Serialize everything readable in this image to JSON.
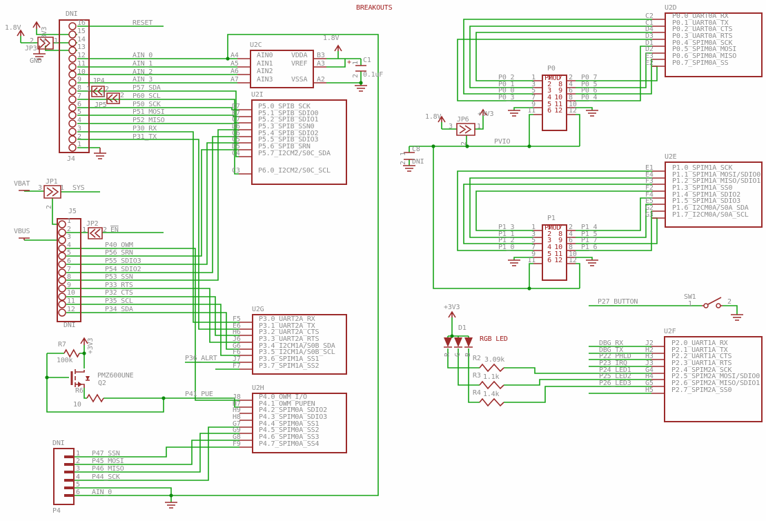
{
  "title": "BREAKOUTS",
  "colors": {
    "wire": "#17A317",
    "symbol": "#9C2B2B",
    "gray_text": "#8E8E8E",
    "red_text": "#A22222"
  },
  "jp3": {
    "ref": "JP3",
    "p2": "2",
    "p1": "1",
    "rail_left": "1.8V",
    "rail_top": "+3V3",
    "gnd": "GND"
  },
  "j4": {
    "ref": "J4",
    "dni": "DNI",
    "rows": [
      {
        "n": "16",
        "net": "RESET"
      },
      {
        "n": "15",
        "net": ""
      },
      {
        "n": "14",
        "net": ""
      },
      {
        "n": "13",
        "net": ""
      },
      {
        "n": "12",
        "net": "AIN_0"
      },
      {
        "n": "11",
        "net": "AIN_1"
      },
      {
        "n": "10",
        "net": "AIN_2"
      },
      {
        "n": "9",
        "net": "AIN_3"
      },
      {
        "n": "8",
        "net": "P57_SDA"
      },
      {
        "n": "7",
        "net": "P60_SCL"
      },
      {
        "n": "6",
        "net": "P50_SCK"
      },
      {
        "n": "5",
        "net": "P51_MOSI"
      },
      {
        "n": "4",
        "net": "P52_MISO"
      },
      {
        "n": "3",
        "net": "P30_RX"
      },
      {
        "n": "2",
        "net": "P31_TX"
      },
      {
        "n": "1",
        "net": ""
      }
    ]
  },
  "jp4": {
    "ref": "JP4",
    "p1": "1",
    "p2": "2"
  },
  "jp5": {
    "ref": "JP5",
    "p1": "1",
    "p2": "2"
  },
  "u2c": {
    "ref": "U2C",
    "rail": "1.8V",
    "pads_left": [
      "A4",
      "A5",
      "A6",
      "A7"
    ],
    "names_left": [
      "AIN0",
      "AIN1",
      "AIN2",
      "AIN3"
    ],
    "pads_right": [
      "B3",
      "A3",
      "A2"
    ],
    "names_right": [
      "VDDA",
      "VREF",
      "VSSA"
    ]
  },
  "c1": {
    "ref": "C1",
    "value": "0.1uF",
    "plus": "+",
    "p1": "1",
    "p2": "2"
  },
  "u2i": {
    "ref": "U2I",
    "rows": [
      {
        "pad": "D7",
        "name": "P5.0_SPIB_SCK"
      },
      {
        "pad": "E7",
        "name": "P5.1_SPIB_SDIO0"
      },
      {
        "pad": "C7",
        "name": "P5.2_SPIB_SDIO1"
      },
      {
        "pad": "D6",
        "name": "P5.3_SPIB_SSN0"
      },
      {
        "pad": "C6",
        "name": "P5.4_SPIB_SDIO2"
      },
      {
        "pad": "C5",
        "name": "P5.5_SPIB_SDIO3"
      },
      {
        "pad": "D5",
        "name": "P5.6_SPIB_SRN"
      },
      {
        "pad": "C4",
        "name": "P5.7_I2CM2/S0C_SDA"
      }
    ],
    "last": {
      "pad": "C3",
      "name": "P6.0_I2CM2/S0C_SCL"
    }
  },
  "jp1": {
    "ref": "JP1",
    "p3": "3",
    "p1": "1",
    "p2": "2",
    "left": "VBAT",
    "right": "SYS"
  },
  "vbus": "VBUS",
  "jp2": {
    "ref": "JP2",
    "p1": "1",
    "p2": "2",
    "net": "EN"
  },
  "j5": {
    "ref": "J5",
    "dni": "DNI",
    "rows": [
      {
        "n": "1",
        "net": ""
      },
      {
        "n": "2",
        "net": ""
      },
      {
        "n": "3",
        "net": ""
      },
      {
        "n": "4",
        "net": "P40_OWM"
      },
      {
        "n": "5",
        "net": "P56_SRN"
      },
      {
        "n": "6",
        "net": "P55_SDIO3"
      },
      {
        "n": "7",
        "net": "P54_SDIO2"
      },
      {
        "n": "8",
        "net": "P53_SSN"
      },
      {
        "n": "9",
        "net": "P33_RTS"
      },
      {
        "n": "10",
        "net": "P32_CTS"
      },
      {
        "n": "11",
        "net": "P35_SCL"
      },
      {
        "n": "12",
        "net": "P34_SDA"
      }
    ]
  },
  "q2ckt": {
    "rail": "+3V3",
    "r7": {
      "ref": "R7",
      "value": "100k"
    },
    "q2": {
      "part": "PMZ600UNE",
      "ref": "Q2"
    },
    "r6": {
      "ref": "R6",
      "value": "10"
    }
  },
  "u2g": {
    "ref": "U2G",
    "alrt": "P36_ALRT",
    "rows": [
      {
        "pad": "F5",
        "name": "P3.0_UART2A_RX"
      },
      {
        "pad": "E6",
        "name": "P3.1_UART2A_TX"
      },
      {
        "pad": "H6",
        "name": "P3.2_UART2A_CTS"
      },
      {
        "pad": "J6",
        "name": "P3.3_UART2A_RTS"
      },
      {
        "pad": "G6",
        "name": "P3.4_I2CM1A/S0B_SDA"
      },
      {
        "pad": "F6",
        "name": "P3.5_I2CM1A/S0B_SCL"
      },
      {
        "pad": "J7",
        "name": "P3.6_SPIM1A_SS1"
      },
      {
        "pad": "F7",
        "name": "P3.7_SPIM1A_SS2"
      }
    ]
  },
  "u2h": {
    "ref": "U2H",
    "pue": "P41_PUE",
    "rows": [
      {
        "pad": "J8",
        "name": "P4.0_OWM_I/O"
      },
      {
        "pad": "H7",
        "name": "P4.1_OWM_PUPEN"
      },
      {
        "pad": "H9",
        "name": "P4.2_SPIM0A_SDIO2"
      },
      {
        "pad": "H8",
        "name": "P4.3_SPIM0A_SDIO3"
      },
      {
        "pad": "G7",
        "name": "P4.4_SPIM0A_SS1"
      },
      {
        "pad": "G9",
        "name": "P4.5_SPIM0A_SS2"
      },
      {
        "pad": "G8",
        "name": "P4.6_SPIM0A_SS3"
      },
      {
        "pad": "F9",
        "name": "P4.7_SPIM0A_SS4"
      }
    ]
  },
  "p4": {
    "ref": "P4",
    "dni": "DNI",
    "rows": [
      {
        "n": "1",
        "net": "P47_SSN"
      },
      {
        "n": "2",
        "net": "P45_MOSI"
      },
      {
        "n": "3",
        "net": "P46_MISO"
      },
      {
        "n": "4",
        "net": "P44_SCK"
      },
      {
        "n": "5",
        "net": ""
      },
      {
        "n": "6",
        "net": "AIN_0"
      }
    ]
  },
  "u2d": {
    "ref": "U2D",
    "rows": [
      {
        "pad": "C2",
        "name": "P0.0_UART0A_RX"
      },
      {
        "pad": "C1",
        "name": "P0.1_UART0A_TX"
      },
      {
        "pad": "D4",
        "name": "P0.2_UART0A_CTS"
      },
      {
        "pad": "D3",
        "name": "P0.3_UART0A_RTS"
      },
      {
        "pad": "D1",
        "name": "P0.4_SPIM0A_SCK"
      },
      {
        "pad": "D2",
        "name": "P0.5_SPIM0A_MOSI"
      },
      {
        "pad": "E3",
        "name": "P0.6_SPIM0A_MISO"
      },
      {
        "pad": "E2",
        "name": "P0.7_SPIM0A_SS"
      }
    ]
  },
  "p0": {
    "ref": "P0",
    "type": "PMOD",
    "rows": [
      {
        "lnet": "P0_2",
        "lext": "1",
        "lint": "1",
        "rint": "7",
        "rext": "2",
        "rnet": "P0_7"
      },
      {
        "lnet": "P0_1",
        "lext": "3",
        "lint": "2",
        "rint": "8",
        "rext": "4",
        "rnet": "P0_5"
      },
      {
        "lnet": "P0_0",
        "lext": "5",
        "lint": "3",
        "rint": "9",
        "rext": "6",
        "rnet": "P0_6"
      },
      {
        "lnet": "P0_3",
        "lext": "7",
        "lint": "4",
        "rint": "10",
        "rext": "8",
        "rnet": "P0_4"
      },
      {
        "lnet": "",
        "lext": "9",
        "lint": "5",
        "rint": "11",
        "rext": "10",
        "rnet": ""
      },
      {
        "lnet": "",
        "lext": "11",
        "lint": "6",
        "rint": "12",
        "rext": "12",
        "rnet": ""
      }
    ]
  },
  "jp6": {
    "ref": "JP6",
    "p3": "3",
    "p1": "1",
    "p2": "2",
    "left": "1.8V",
    "right": "+3V3",
    "net": "PVIO"
  },
  "c8": {
    "ref": "C8",
    "value": "DNI",
    "p1": "1",
    "p2": "2"
  },
  "u2e": {
    "ref": "U2E",
    "rows": [
      {
        "pad": "E1",
        "name": "P1.0_SPIM1A_SCK"
      },
      {
        "pad": "E4",
        "name": "P1.1_SPIM1A_MOSI/SDIO0"
      },
      {
        "pad": "F3",
        "name": "P1.2_SPIM1A_MISO/SDIO1"
      },
      {
        "pad": "F2",
        "name": "P1.3_SPIM1A_SS0"
      },
      {
        "pad": "F4",
        "name": "P1.4_SPIM1A_SDIO2"
      },
      {
        "pad": "E5",
        "name": "P1.5_SPIM1A_SDIO3"
      },
      {
        "pad": "G2",
        "name": "P1.6_I2CM0A/S0A_SDA"
      },
      {
        "pad": "G3",
        "name": "P1.7_I2CM0A/S0A_SCL"
      }
    ]
  },
  "p1": {
    "ref": "P1",
    "type": "PMOD",
    "rows": [
      {
        "lnet": "P1_3",
        "lext": "1",
        "lint": "1",
        "rint": "7",
        "rext": "2",
        "rnet": "P1_4"
      },
      {
        "lnet": "P1_1",
        "lext": "3",
        "lint": "2",
        "rint": "8",
        "rext": "4",
        "rnet": "P1_5"
      },
      {
        "lnet": "P1_2",
        "lext": "5",
        "lint": "3",
        "rint": "9",
        "rext": "6",
        "rnet": "P1_7"
      },
      {
        "lnet": "P1_0",
        "lext": "7",
        "lint": "4",
        "rint": "10",
        "rext": "8",
        "rnet": "P1_6"
      },
      {
        "lnet": "",
        "lext": "9",
        "lint": "5",
        "rint": "11",
        "rext": "10",
        "rnet": ""
      },
      {
        "lnet": "",
        "lext": "11",
        "lint": "6",
        "rint": "12",
        "rext": "12",
        "rnet": ""
      }
    ]
  },
  "sw1": {
    "ref": "SW1",
    "p1": "1",
    "p2": "2",
    "net": "P27_BUTTON"
  },
  "rgb": {
    "ref": "D1",
    "label": "RGB LED",
    "rail": "+3V3",
    "channels": [
      "R",
      "G",
      "B"
    ],
    "r2": {
      "ref": "R2",
      "value": "3.09k"
    },
    "r3": {
      "ref": "R3",
      "value": "1.1k"
    },
    "r4": {
      "ref": "R4",
      "value": "1.4k"
    }
  },
  "u2f": {
    "ref": "U2F",
    "rows": [
      {
        "net": "DBG_RX",
        "pad": "J2",
        "name": "P2.0_UART1A_RX"
      },
      {
        "net": "DBG_TX",
        "pad": "H2",
        "name": "P2.1_UART1A_TX"
      },
      {
        "net": "P22_PHLD",
        "pad": "H3",
        "name": "P2.2_UART1A_CTS"
      },
      {
        "net": "P23_IRQ",
        "pad": "J3",
        "name": "P2.3_UART1A_RTS"
      },
      {
        "net": "P24_LED1",
        "pad": "G4",
        "name": "P2.4_SPIM2A_SCK"
      },
      {
        "net": "P25_LED2",
        "pad": "H4",
        "name": "P2.5_SPIM2A_MOSI/SDIO0"
      },
      {
        "net": "P26_LED3",
        "pad": "G5",
        "name": "P2.6_SPIM2A_MISO/SDIO1"
      },
      {
        "net": "",
        "pad": "H5",
        "name": "P2.7_SPIM2A_SS0"
      }
    ]
  }
}
